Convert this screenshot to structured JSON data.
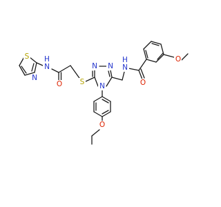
{
  "molecule": {
    "atoms": {
      "s_thiazole": {
        "text": "S",
        "color": "#b5a300"
      },
      "n_thiazole": {
        "text": "N",
        "color": "#2233cc"
      },
      "nh_amide1": {
        "text": "N",
        "color": "#2233cc"
      },
      "h_amide1": {
        "text": "H",
        "color": "#2233cc"
      },
      "o_amide1": {
        "text": "O",
        "color": "#dd2200"
      },
      "s_thioether": {
        "text": "S",
        "color": "#b5a300"
      },
      "n_triazole_1": {
        "text": "N",
        "color": "#2233cc"
      },
      "n_triazole_2": {
        "text": "N",
        "color": "#2233cc"
      },
      "n_triazole_4": {
        "text": "N",
        "color": "#2233cc"
      },
      "nh_amide2": {
        "text": "N",
        "color": "#2233cc"
      },
      "h_amide2": {
        "text": "H",
        "color": "#2233cc"
      },
      "o_amide2": {
        "text": "O",
        "color": "#dd2200"
      },
      "o_methoxy": {
        "text": "O",
        "color": "#dd2200"
      },
      "o_ethoxy": {
        "text": "O",
        "color": "#dd2200"
      }
    }
  }
}
